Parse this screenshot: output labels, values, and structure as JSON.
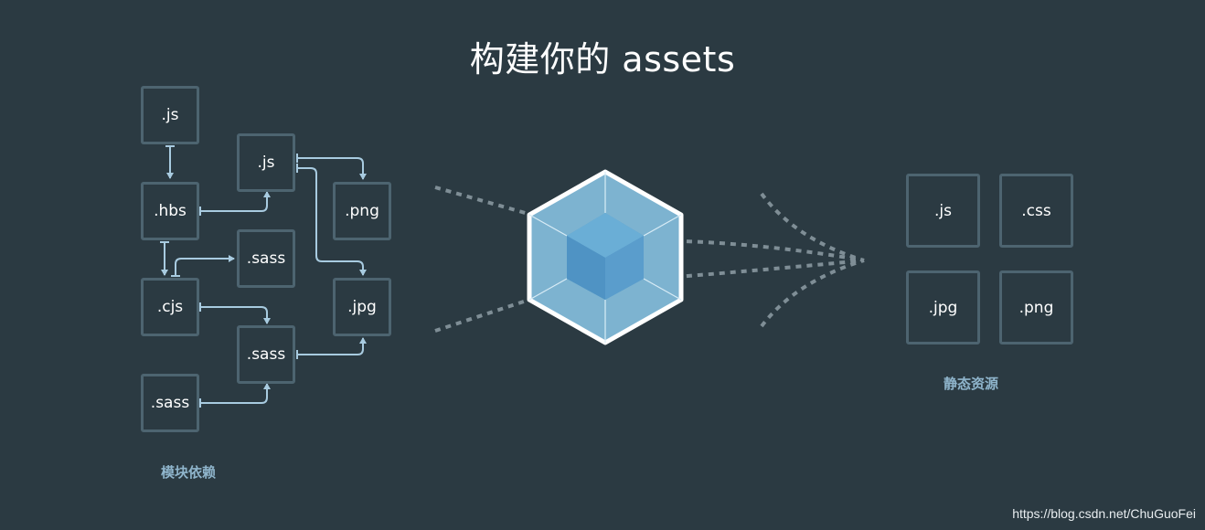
{
  "title": "构建你的 assets",
  "left_caption": "模块依赖",
  "right_caption": "静态资源",
  "modules": {
    "js_top": ".js",
    "hbs": ".hbs",
    "cjs": ".cjs",
    "sass_bottom_left": ".sass",
    "js_center": ".js",
    "sass_mid": ".sass",
    "sass_center": ".sass",
    "png": ".png",
    "jpg": ".jpg"
  },
  "assets": {
    "js": ".js",
    "css": ".css",
    "jpg": ".jpg",
    "png": ".png"
  },
  "watermark": "https://blog.csdn.net/ChuGuoFei",
  "colors": {
    "background": "#2b3a42",
    "box_border": "#4d6470",
    "arrow": "#a8cbe0",
    "dash": "#7f8e96",
    "cube_light": "#8ed6fb",
    "cube_dark": "#1c78c0",
    "caption": "#8fb5cc"
  }
}
